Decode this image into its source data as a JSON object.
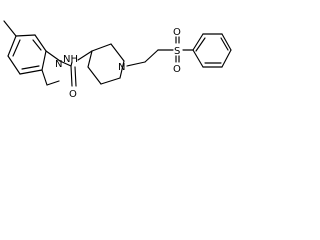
{
  "diagram": {
    "type": "chemical-structure",
    "atom_labels": {
      "indoline_nitrogen": "N",
      "carbonyl_oxygen": "O",
      "amide_nh": "NH",
      "piperidine_nitrogen": "N",
      "sulfonyl_sulfur": "S",
      "sulfonyl_oxygen_top": "O",
      "sulfonyl_oxygen_bottom": "O"
    }
  }
}
